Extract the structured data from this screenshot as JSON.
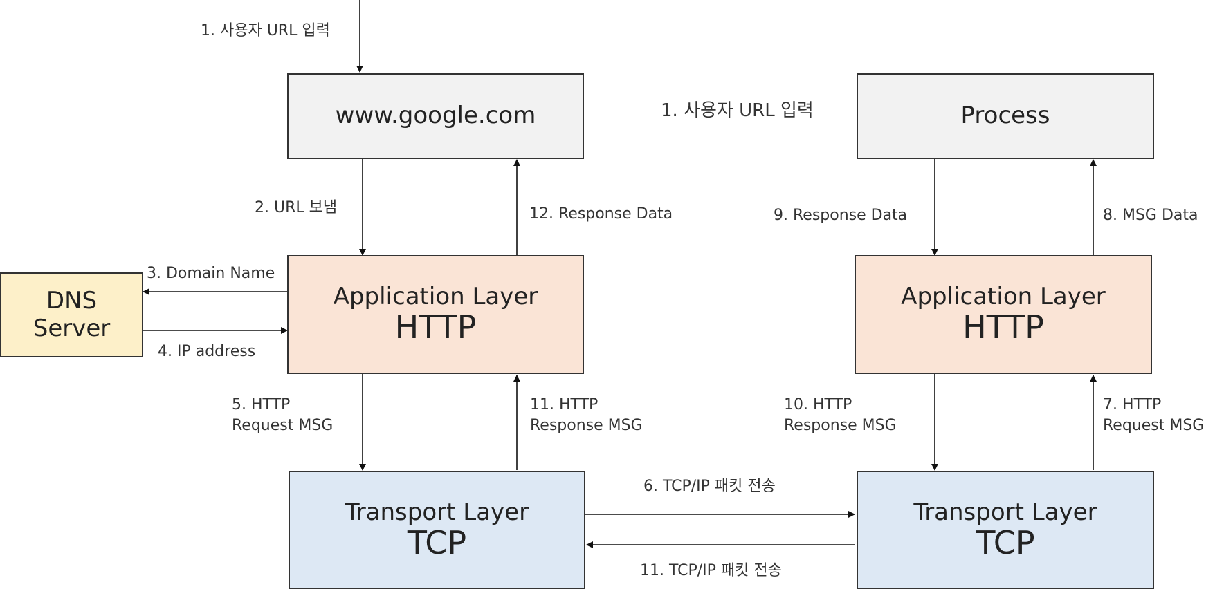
{
  "boxes": {
    "client_url": "www.google.com",
    "server_process": "Process",
    "client_app": {
      "line1": "Application Layer",
      "line2": "HTTP"
    },
    "server_app": {
      "line1": "Application Layer",
      "line2": "HTTP"
    },
    "client_transport": {
      "line1": "Transport Layer",
      "line2": "TCP"
    },
    "server_transport": {
      "line1": "Transport Layer",
      "line2": "TCP"
    },
    "dns": {
      "line1": "DNS",
      "line2": "Server"
    }
  },
  "labels": {
    "step1_top": "1. 사용자 URL 입력",
    "step1_server": "1. 사용자 URL 입력",
    "step2": "2. URL 보냄",
    "step3": "3. Domain Name",
    "step4": "4. IP address",
    "step5": {
      "line1": "5. HTTP",
      "line2": "Request MSG"
    },
    "step6": "6. TCP/IP 패킷 전송",
    "step7": {
      "line1": "7. HTTP",
      "line2": "Request MSG"
    },
    "step8": "8. MSG Data",
    "step9": "9. Response Data",
    "step10": {
      "line1": "10. HTTP",
      "line2": "Response MSG"
    },
    "step11_http": {
      "line1": "11. HTTP",
      "line2": "Response MSG"
    },
    "step11_tcp": "11. TCP/IP 패킷 전송",
    "step12": "12. Response Data"
  }
}
